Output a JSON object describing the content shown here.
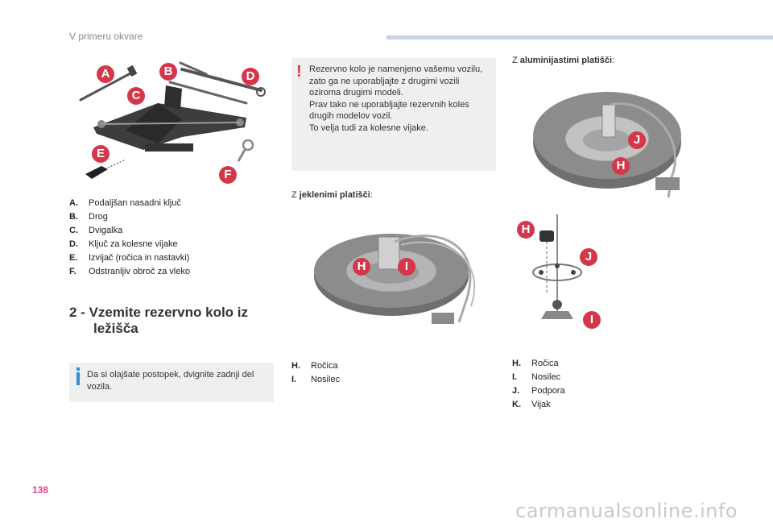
{
  "header": {
    "section_title": "V primeru okvare"
  },
  "page_number": "138",
  "watermark": "carmanualsonline.info",
  "left_figure": {
    "badges": {
      "a": "A",
      "b": "B",
      "c": "C",
      "d": "D",
      "e": "E",
      "f": "F"
    }
  },
  "parts_list": [
    {
      "key": "A.",
      "text": "Podaljšan nasadni ključ"
    },
    {
      "key": "B.",
      "text": "Drog"
    },
    {
      "key": "C.",
      "text": "Dvigalka"
    },
    {
      "key": "D.",
      "text": "Ključ za kolesne vijake"
    },
    {
      "key": "E.",
      "text": "Izvijač (ročica in nastavki)"
    },
    {
      "key": "F.",
      "text": "Odstranljiv obroč za vleko"
    }
  ],
  "step_heading": {
    "line1": "2 - Vzemite rezervno kolo iz",
    "line2": "ležišča"
  },
  "info_box": {
    "icon": "info-icon",
    "text": "Da si olajšate postopek, dvignite zadnji del vozila."
  },
  "warning_box": {
    "icon": "warning-icon",
    "line1": "Rezervno kolo je namenjeno vašemu vozilu, zato ga ne uporabljajte z drugimi vozili oziroma drugimi modeli.",
    "line2": "Prav tako ne uporabljajte rezervnih koles drugih modelov vozil.",
    "line3": "To velja tudi za kolesne vijake."
  },
  "steel_section": {
    "prefix": "Z ",
    "bold": "jeklenimi platišči",
    "suffix": ":",
    "badges": {
      "h": "H",
      "i": "I"
    },
    "list": [
      {
        "key": "H.",
        "text": "Ročica"
      },
      {
        "key": "I.",
        "text": "Nosilec"
      }
    ]
  },
  "alu_section": {
    "prefix": "Z ",
    "bold": "aluminijastimi platišči",
    "suffix": ":",
    "badges": {
      "j": "J",
      "h": "H",
      "h2": "H",
      "j2": "J",
      "i": "I"
    },
    "list": [
      {
        "key": "H.",
        "text": "Ročica"
      },
      {
        "key": "I.",
        "text": "Nosilec"
      },
      {
        "key": "J.",
        "text": "Podpora"
      },
      {
        "key": "K.",
        "text": "Vijak"
      }
    ]
  },
  "colors": {
    "accent": "#d5374a",
    "page_number": "#e0458c",
    "header_bar": "#c8d3e6",
    "box_bg": "#efefef"
  }
}
